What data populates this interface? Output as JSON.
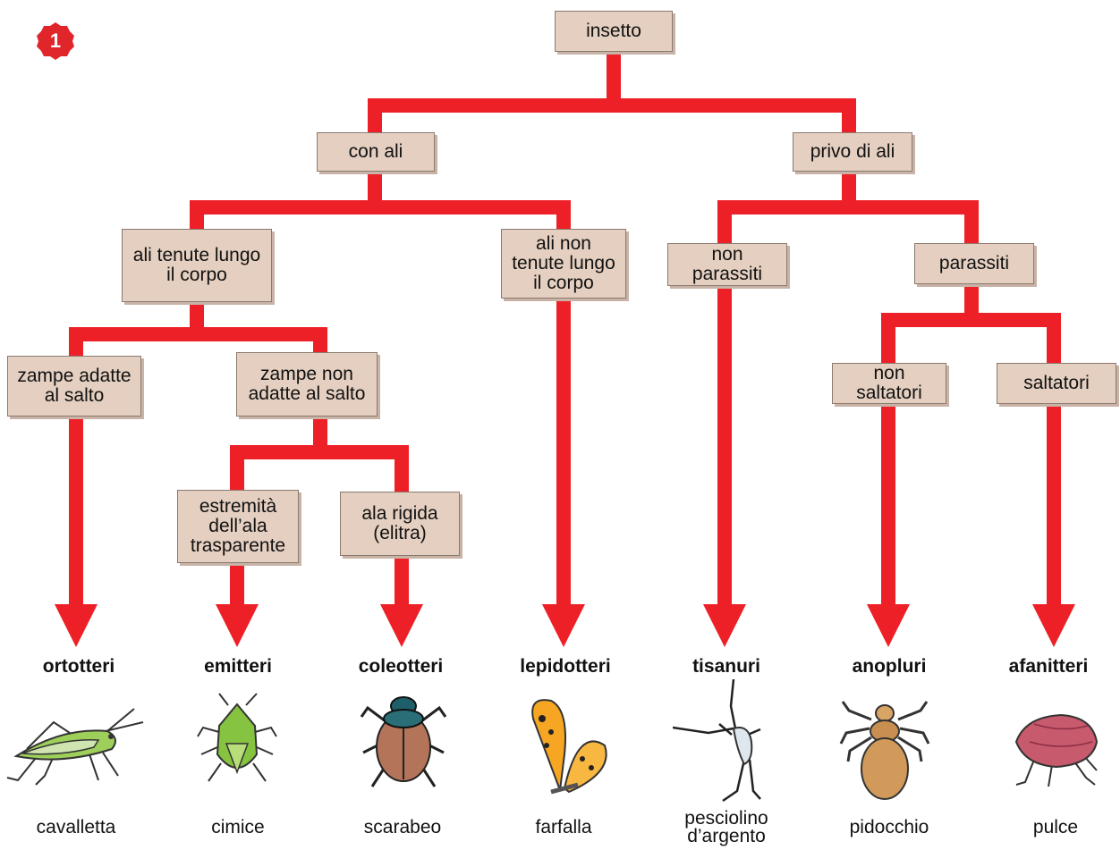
{
  "figure_number": "1",
  "colors": {
    "connector": "#ee2027",
    "box_fill": "#e4cfc0"
  },
  "nodes": {
    "root": "insetto",
    "winged": "con ali",
    "wingless": "privo di ali",
    "wings_along_body": "ali tenute lungo\nil corpo",
    "wings_not_along_body": "ali non\ntenute lungo\nil corpo",
    "non_parasitic": "non\nparassiti",
    "parasitic": "parassiti",
    "jumping_legs": "zampe adatte\nal salto",
    "non_jumping_legs": "zampe non\nadatte al salto",
    "transparent_wing_tip": "estremità\ndell’ala\ntrasparente",
    "rigid_wing": "ala rigida\n(elitra)",
    "non_jumping": "non\nsaltatori",
    "jumping": "saltatori"
  },
  "groups": [
    {
      "order": "ortotteri",
      "example": "cavalletta",
      "icon": "grasshopper-icon"
    },
    {
      "order": "emitteri",
      "example": "cimice",
      "icon": "stink-bug-icon"
    },
    {
      "order": "coleotteri",
      "example": "scarabeo",
      "icon": "scarab-beetle-icon"
    },
    {
      "order": "lepidotteri",
      "example": "farfalla",
      "icon": "butterfly-icon"
    },
    {
      "order": "tisanuri",
      "example": "pesciolino\nd’argento",
      "icon": "silverfish-icon"
    },
    {
      "order": "anopluri",
      "example": "pidocchio",
      "icon": "louse-icon"
    },
    {
      "order": "afanitteri",
      "example": "pulce",
      "icon": "flea-icon"
    }
  ]
}
